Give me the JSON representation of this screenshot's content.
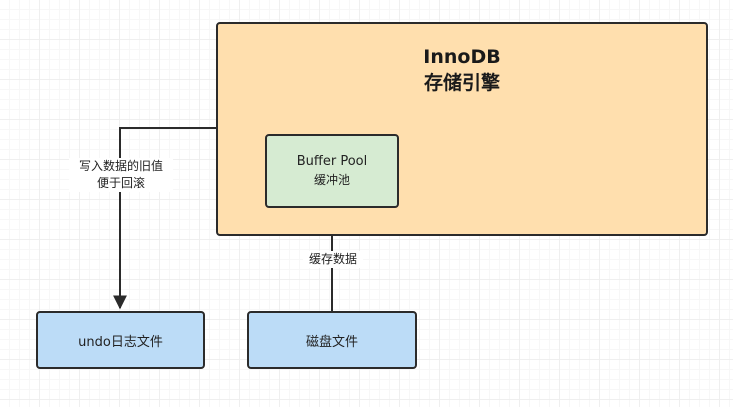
{
  "engine": {
    "title_line1": "InnoDB",
    "title_line2": "存储引擎"
  },
  "buffer_pool": {
    "label_line1": "Buffer Pool",
    "label_line2": "缓冲池"
  },
  "undo_log_file": {
    "label": "undo日志文件"
  },
  "disk_file": {
    "label": "磁盘文件"
  },
  "edges": {
    "engine_to_undo": {
      "label_line1": "写入数据的旧值",
      "label_line2": "便于回滚"
    },
    "disk_to_pool": {
      "label": "缓存数据"
    }
  },
  "colors": {
    "engine_fill": "#ffdfae",
    "pool_fill": "#d6ebd2",
    "file_fill": "#bcdcf7",
    "stroke": "#2b2b2b"
  }
}
